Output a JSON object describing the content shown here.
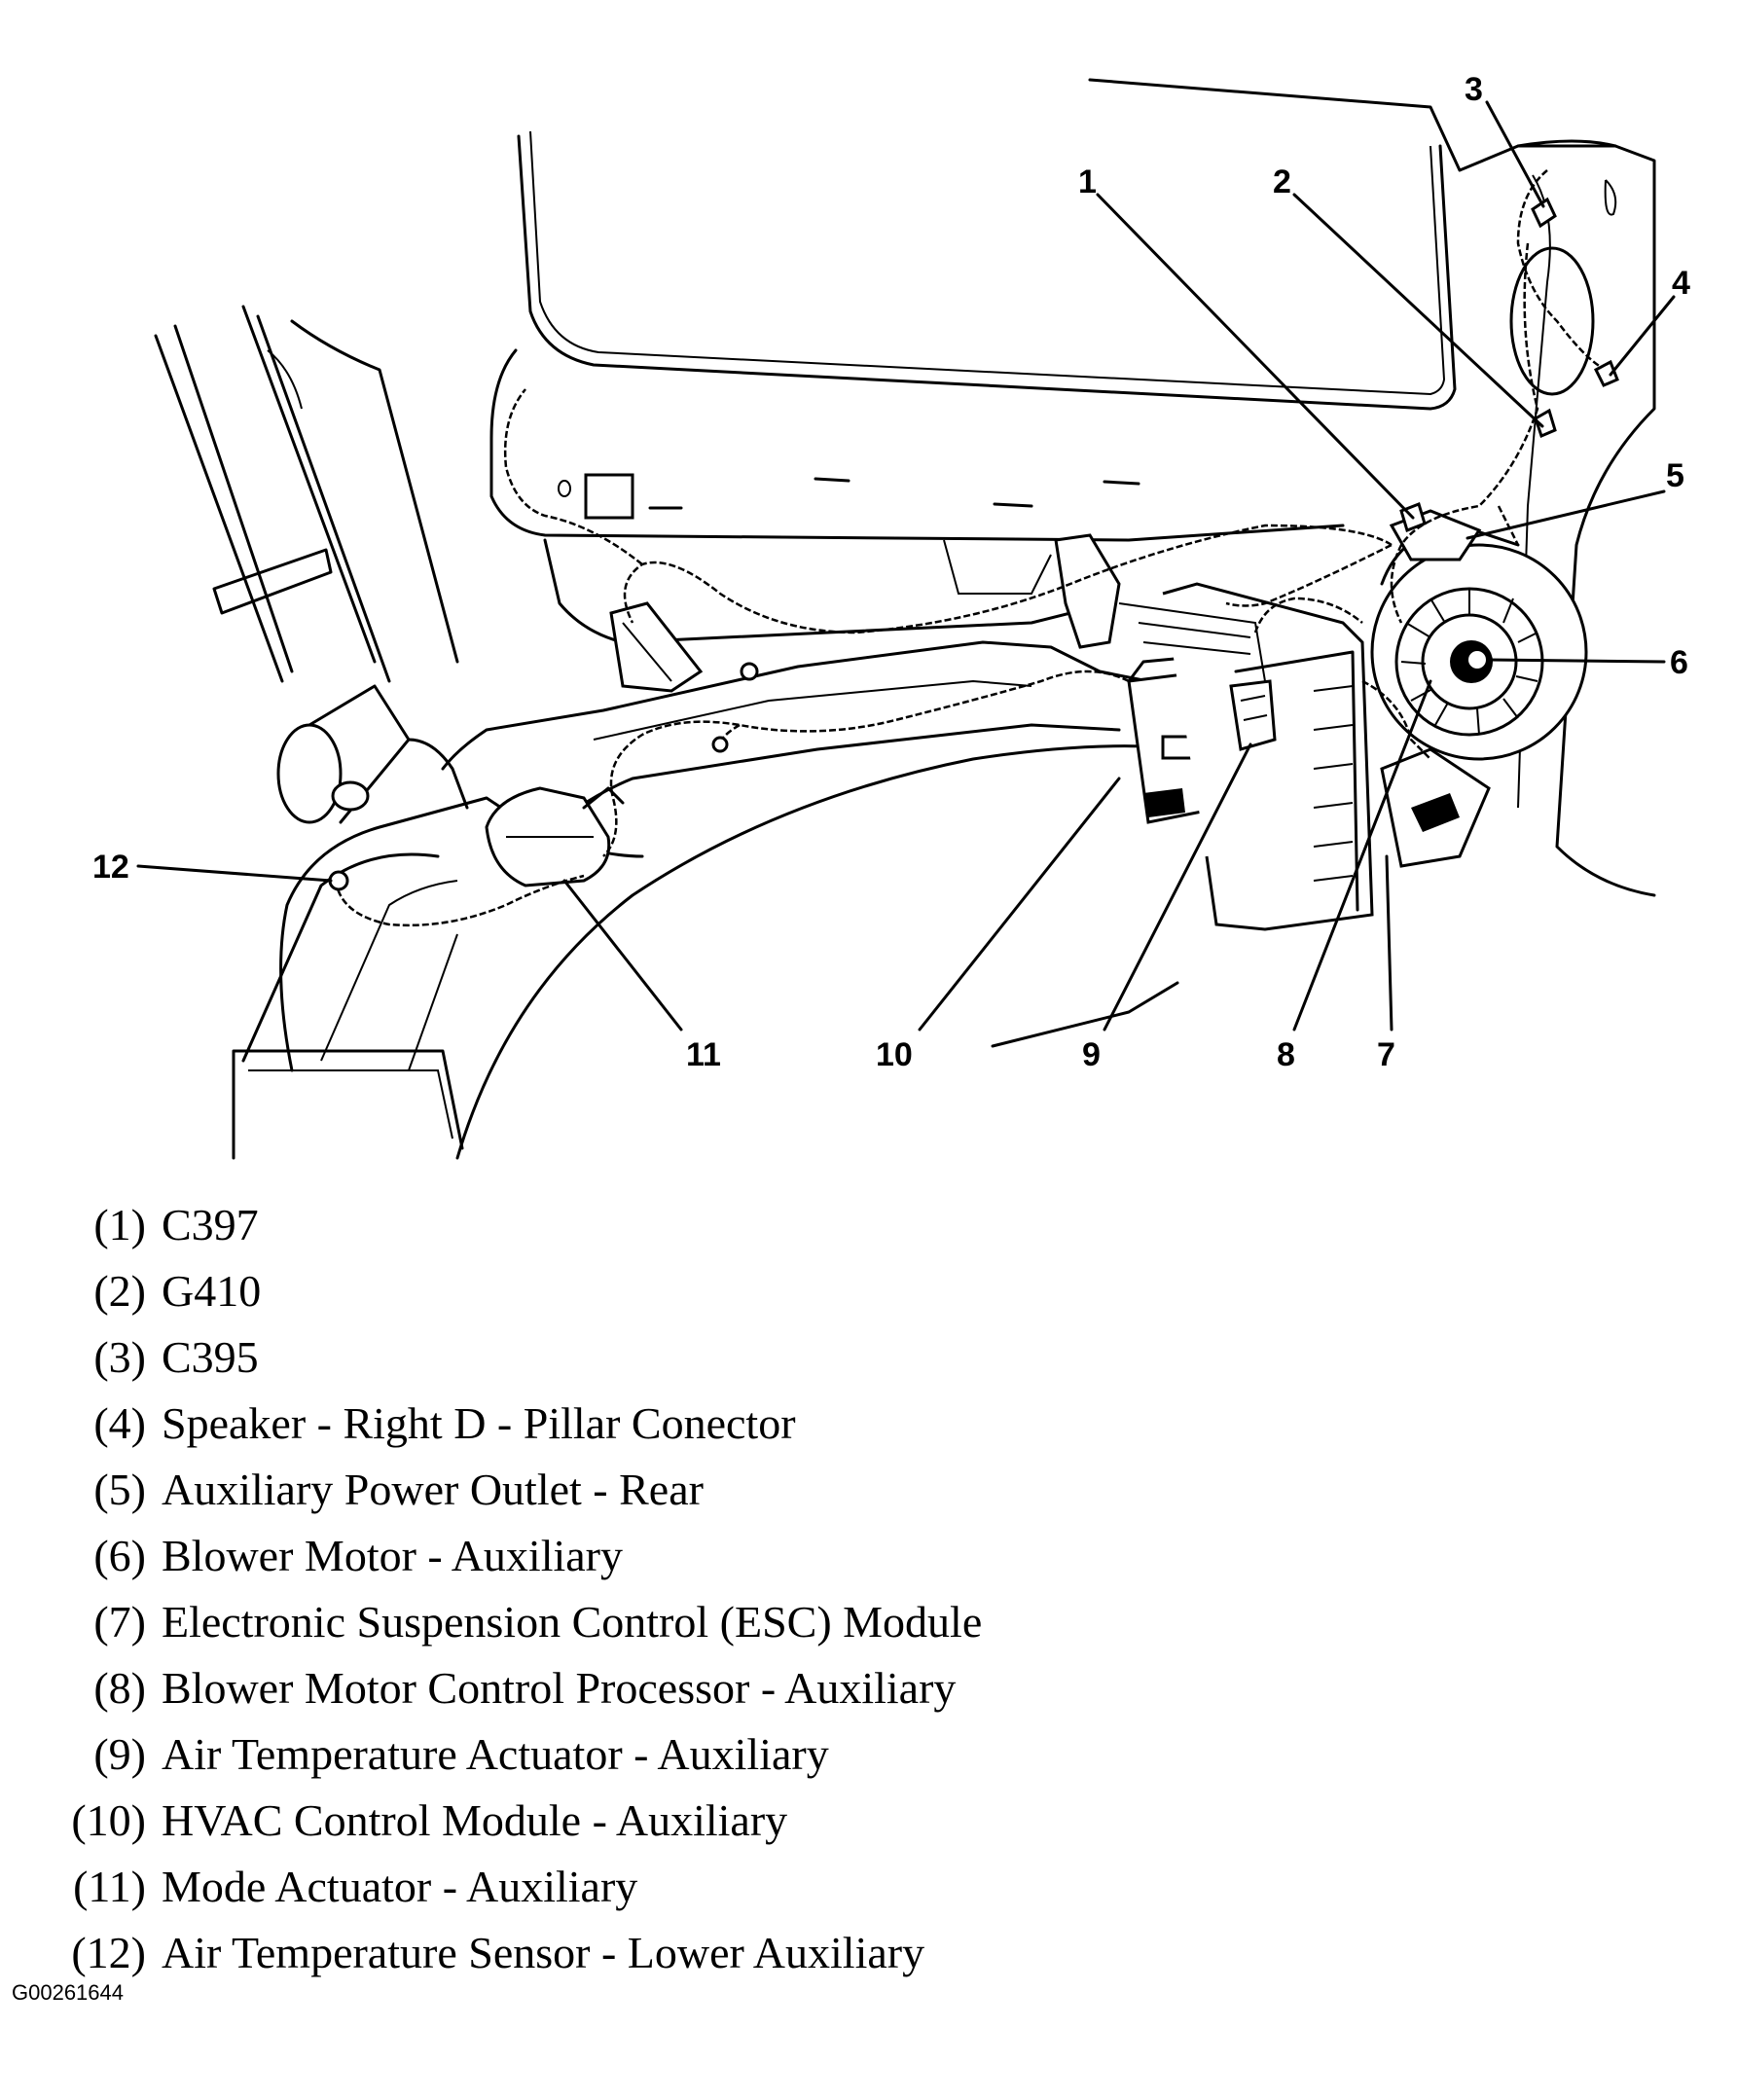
{
  "diagram": {
    "callouts": [
      "1",
      "2",
      "3",
      "4",
      "5",
      "6",
      "7",
      "8",
      "9",
      "10",
      "11",
      "12"
    ]
  },
  "legend": [
    {
      "num": "(1)",
      "text": "C397"
    },
    {
      "num": "(2)",
      "text": "G410"
    },
    {
      "num": "(3)",
      "text": "C395"
    },
    {
      "num": "(4)",
      "text": "Speaker - Right D - Pillar Conector"
    },
    {
      "num": "(5)",
      "text": "Auxiliary Power Outlet - Rear"
    },
    {
      "num": "(6)",
      "text": "Blower Motor - Auxiliary"
    },
    {
      "num": "(7)",
      "text": "Electronic Suspension Control (ESC) Module"
    },
    {
      "num": "(8)",
      "text": "Blower Motor Control Processor - Auxiliary"
    },
    {
      "num": "(9)",
      "text": "Air Temperature Actuator - Auxiliary"
    },
    {
      "num": "(10)",
      "text": "HVAC Control Module - Auxiliary"
    },
    {
      "num": "(11)",
      "text": "Mode Actuator - Auxiliary"
    },
    {
      "num": "(12)",
      "text": "Air Temperature Sensor - Lower Auxiliary"
    }
  ],
  "figure_id": "G00261644"
}
